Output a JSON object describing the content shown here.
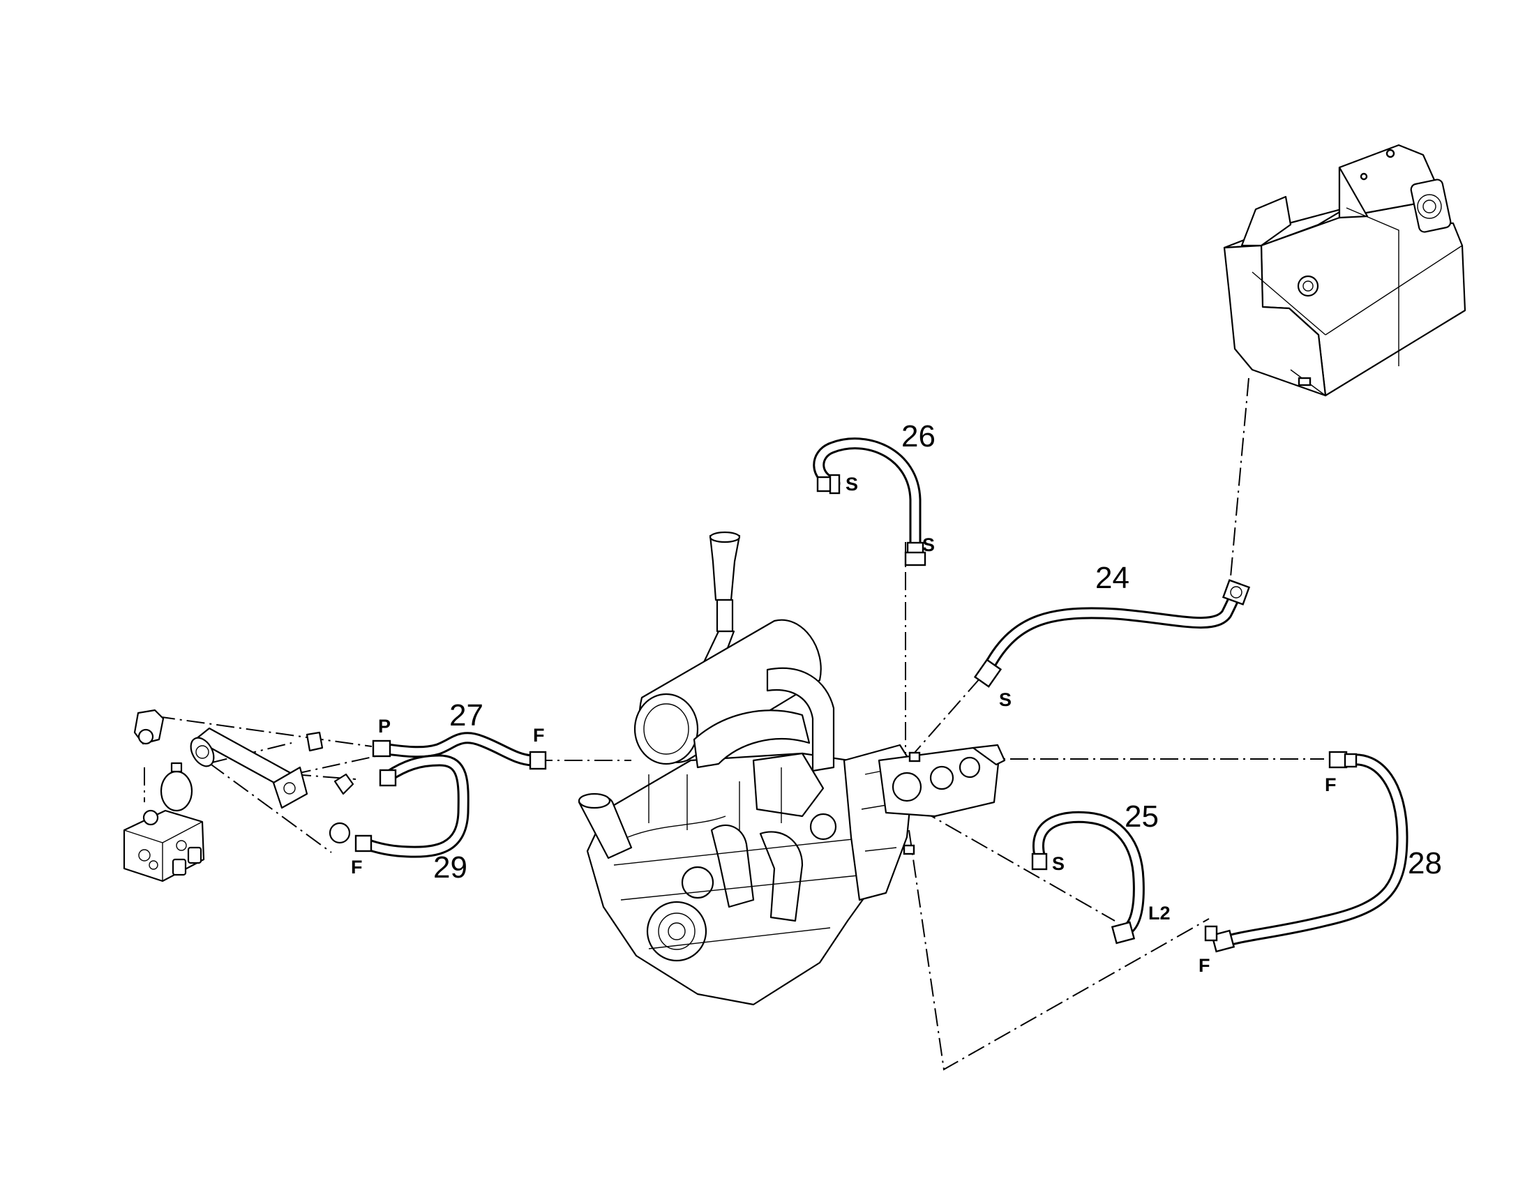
{
  "callouts": {
    "n24": "24",
    "n25": "25",
    "n26": "26",
    "n27": "27",
    "n28": "28",
    "n29": "29"
  },
  "ports": {
    "h26_s_top": "S",
    "h26_s_bottom": "S",
    "h24_s": "S",
    "h27_p": "P",
    "h27_f": "F",
    "h29_f": "F",
    "h25_s": "S",
    "h25_l2": "L2",
    "h28_f_top": "F",
    "h28_f_bottom": "F"
  }
}
